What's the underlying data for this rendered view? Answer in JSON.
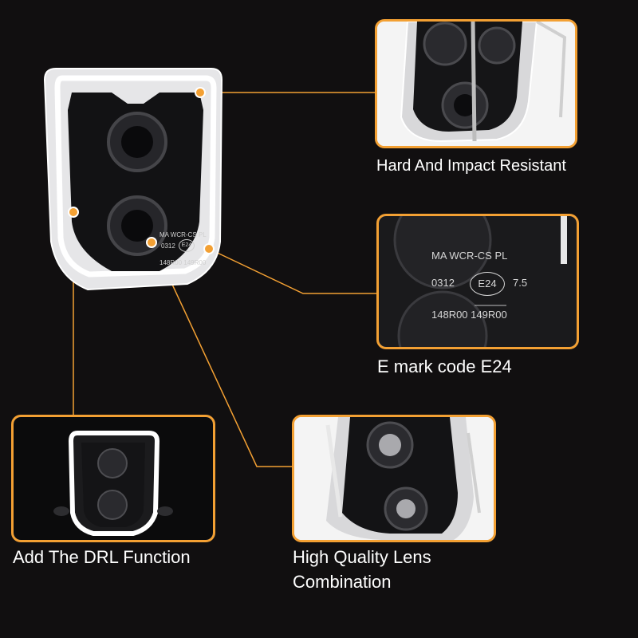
{
  "colors": {
    "accent": "#f3a033",
    "background": "#110f10",
    "panel_bg": "#f4f4f4"
  },
  "main_product": {
    "marking": {
      "line1": "MA WCR-CS PL",
      "code": "0312",
      "emark": "E24",
      "line3": "148R00 149R00"
    }
  },
  "features": [
    {
      "caption": "Hard And Impact Resistant"
    },
    {
      "caption": "E mark code E24",
      "marking": {
        "line1": "MA WCR-CS PL",
        "code": "0312",
        "emark": "E24",
        "num": "7.5",
        "line3": "148R00 149R00"
      }
    },
    {
      "caption": "Add The DRL Function"
    },
    {
      "caption_line1": "High Quality Lens",
      "caption_line2": "Combination"
    }
  ]
}
